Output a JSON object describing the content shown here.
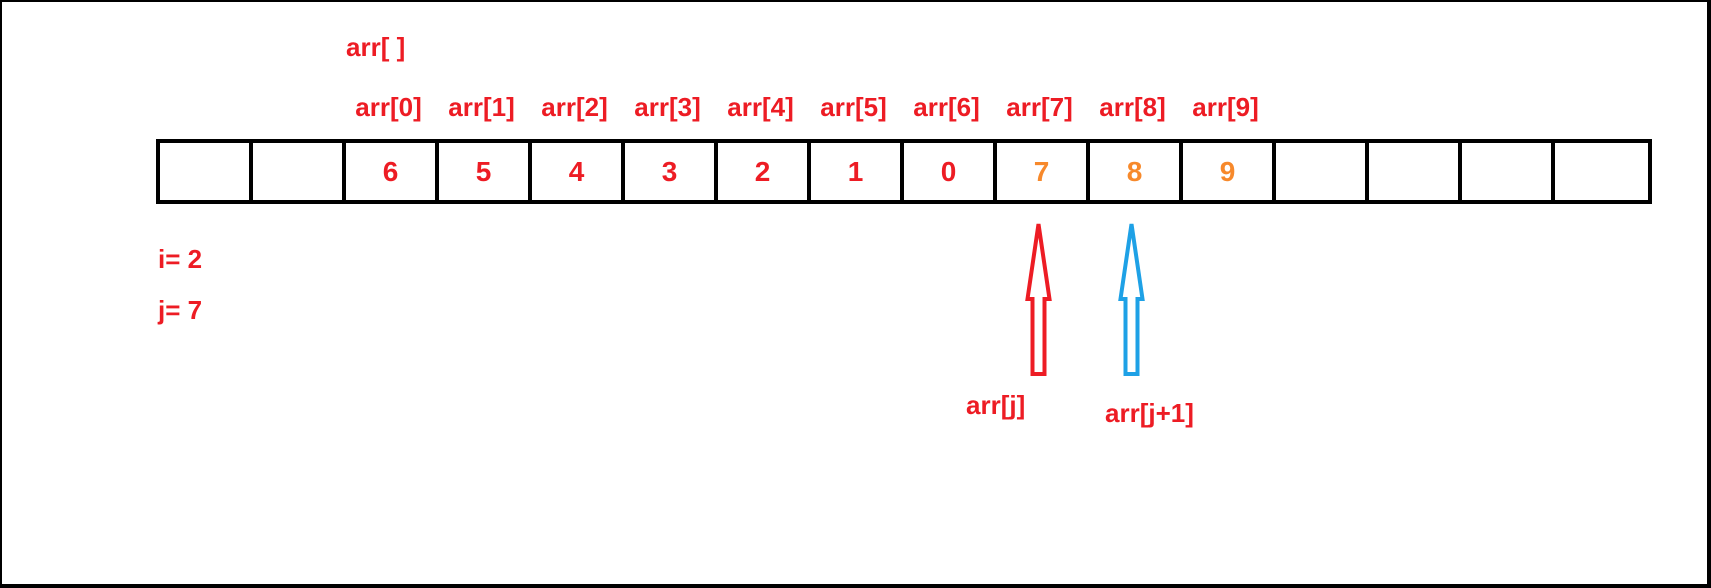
{
  "array_name": "arr[ ]",
  "cells": [
    {
      "index_label": "",
      "value": "",
      "color": "#ed1c24"
    },
    {
      "index_label": "",
      "value": "",
      "color": "#ed1c24"
    },
    {
      "index_label": "arr[0]",
      "value": "6",
      "color": "#ed1c24"
    },
    {
      "index_label": "arr[1]",
      "value": "5",
      "color": "#ed1c24"
    },
    {
      "index_label": "arr[2]",
      "value": "4",
      "color": "#ed1c24"
    },
    {
      "index_label": "arr[3]",
      "value": "3",
      "color": "#ed1c24"
    },
    {
      "index_label": "arr[4]",
      "value": "2",
      "color": "#ed1c24"
    },
    {
      "index_label": "arr[5]",
      "value": "1",
      "color": "#ed1c24"
    },
    {
      "index_label": "arr[6]",
      "value": "0",
      "color": "#ed1c24"
    },
    {
      "index_label": "arr[7]",
      "value": "7",
      "color": "#f7892b"
    },
    {
      "index_label": "arr[8]",
      "value": "8",
      "color": "#f7892b"
    },
    {
      "index_label": "arr[9]",
      "value": "9",
      "color": "#f7892b"
    },
    {
      "index_label": "",
      "value": "",
      "color": "#ed1c24"
    },
    {
      "index_label": "",
      "value": "",
      "color": "#ed1c24"
    },
    {
      "index_label": "",
      "value": "",
      "color": "#ed1c24"
    },
    {
      "index_label": "",
      "value": "",
      "color": "#ed1c24"
    }
  ],
  "variables": {
    "i": "i= 2",
    "j": "j= 7"
  },
  "pointers": [
    {
      "label": "arr[j]",
      "target_index": 9,
      "color": "#ed1c24"
    },
    {
      "label": "arr[j+1]",
      "target_index": 10,
      "color": "#1ea1e6"
    }
  ]
}
